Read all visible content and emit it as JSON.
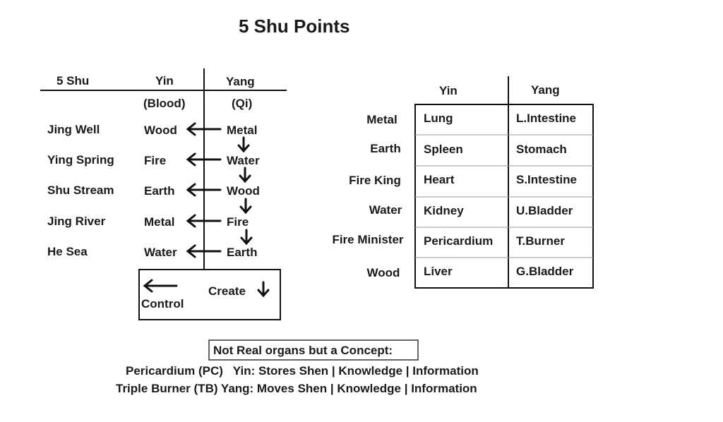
{
  "title": "5 Shu Points",
  "left_diagram": {
    "headers": {
      "shu": "5 Shu",
      "yin": "Yin",
      "yang": "Yang",
      "yin_sub": "(Blood)",
      "yang_sub": "(Qi)"
    },
    "rows": [
      {
        "point": "Jing Well",
        "yin": "Wood",
        "yang": "Metal"
      },
      {
        "point": "Ying Spring",
        "yin": "Fire",
        "yang": "Water"
      },
      {
        "point": "Shu Stream",
        "yin": "Earth",
        "yang": "Wood"
      },
      {
        "point": "Jing River",
        "yin": "Metal",
        "yang": "Fire"
      },
      {
        "point": "He Sea",
        "yin": "Water",
        "yang": "Earth"
      }
    ],
    "legend": {
      "control": "Control",
      "create": "Create"
    }
  },
  "right_table": {
    "headers": {
      "yin": "Yin",
      "yang": "Yang"
    },
    "rows": [
      {
        "element": "Metal",
        "yin": "Lung",
        "yang": "L.Intestine"
      },
      {
        "element": "Earth",
        "yin": "Spleen",
        "yang": "Stomach"
      },
      {
        "element": "Fire King",
        "yin": "Heart",
        "yang": "S.Intestine"
      },
      {
        "element": "Water",
        "yin": "Kidney",
        "yang": "U.Bladder"
      },
      {
        "element": "Fire Minister",
        "yin": "Pericardium",
        "yang": "T.Burner"
      },
      {
        "element": "Wood",
        "yin": "Liver",
        "yang": "G.Bladder"
      }
    ]
  },
  "notes": {
    "box": "Not Real organs but a Concept:",
    "line1": "Pericardium (PC)   Yin: Stores Shen | Knowledge | Information",
    "line2": "Triple Burner (TB) Yang: Moves Shen | Knowledge | Information"
  }
}
